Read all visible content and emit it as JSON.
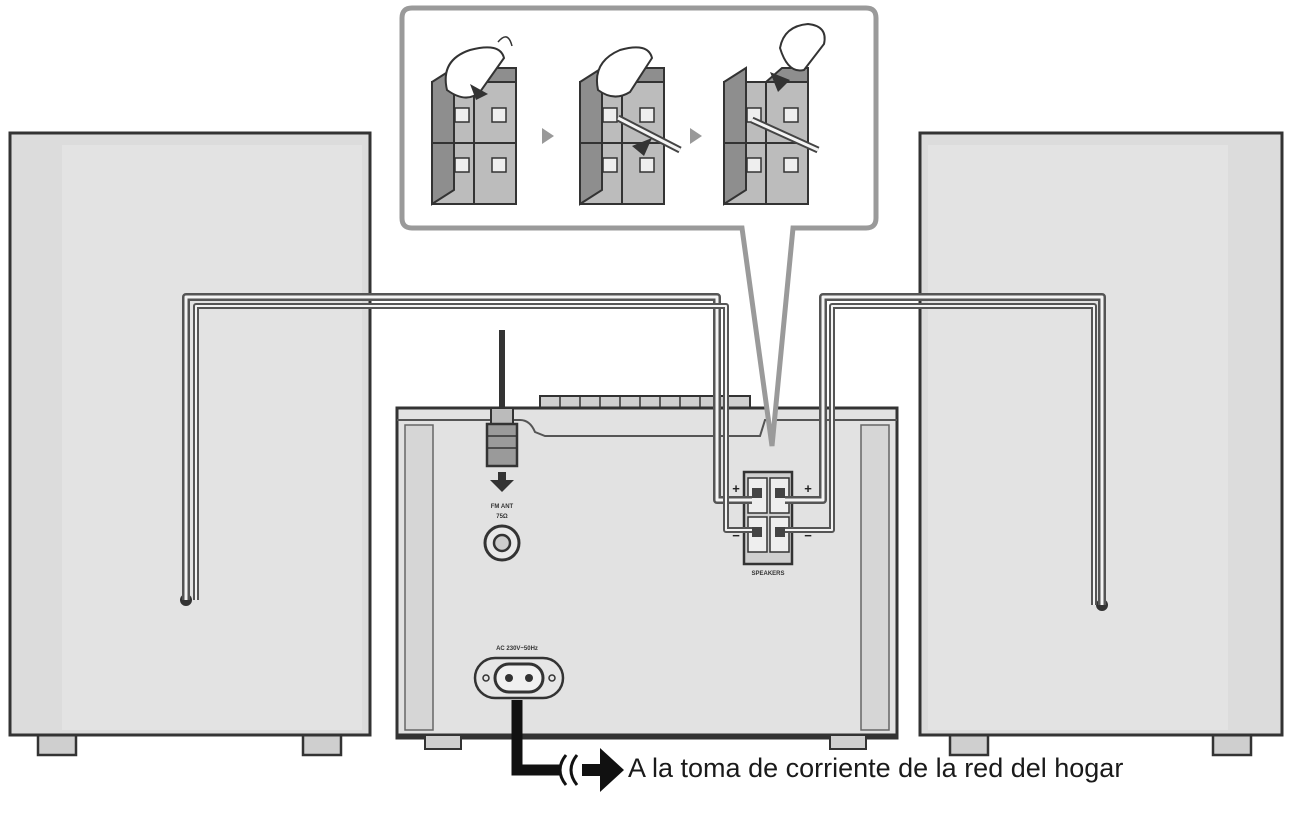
{
  "labels": {
    "power_destination": "A la toma de corriente de la red del hogar",
    "fm_ant": "FM ANT",
    "fm_ohm": "75Ω",
    "ac_input": "AC 230V~50Hz",
    "speakers": "SPEAKERS",
    "plus": "+",
    "minus": "−"
  },
  "colors": {
    "speaker_fill": "#dcdcdc",
    "unit_fill": "#e2e2e2",
    "outline": "#333333",
    "cable": "#555555",
    "callout_border": "#9a9a9a"
  },
  "icons": [
    "finger-press-icon",
    "wire-insert-icon",
    "arrow-right-icon",
    "plug-down-arrow-icon"
  ]
}
